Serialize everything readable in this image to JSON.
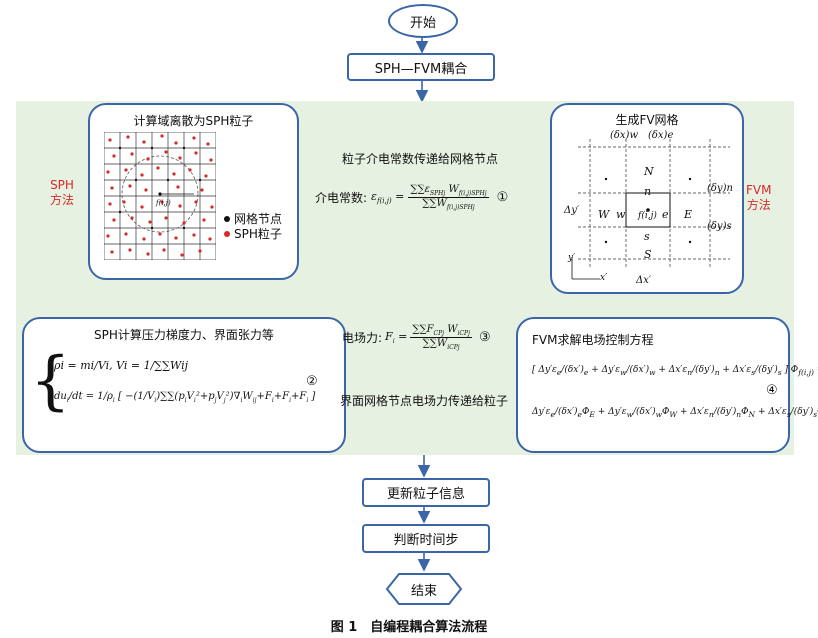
{
  "start": "开始",
  "coupling": "SPH—FVM耦合",
  "sph_box": {
    "title": "计算域离散为SPH粒子",
    "legend_grid": "网格节点",
    "legend_particle": "SPH粒子",
    "side_label": "SPH\n方法",
    "kernel_label": "f(i,j)"
  },
  "fv_box": {
    "title": "生成FV网格",
    "side_label": "FVM\n方法",
    "dx_w": "(δx)w",
    "dx_e": "(δx)e",
    "dy_n": "(δy)n",
    "dy_s": "(δy)s",
    "dy_prime": "Δy′",
    "dx_prime": "Δx′",
    "N": "N",
    "n": "n",
    "W": "W",
    "w": "w",
    "P": "f(i,j)",
    "e": "e",
    "E": "E",
    "s": "s",
    "S": "S",
    "y_axis": "y′",
    "x_axis": "x′"
  },
  "arrow_top_label": "粒子介电常数传递给网格节点",
  "dielectric_label": "介电常数:",
  "eq1_num": "∑∑ε_SPHj W_f(i,j)SPHj",
  "eq1_den": "∑∑W_f(i,j)SPHj",
  "eq1_tag": "①",
  "sph_force_box": {
    "title": "SPH计算压力梯度力、界面张力等",
    "eq2_line1": "ρi = mi/Vi, Vi = 1/∑∑Wij",
    "eq2_tag": "②"
  },
  "efield_label": "电场力:",
  "eq3_tag": "③",
  "arrow_bottom_label": "界面网格节点电场力传递给粒子",
  "fvm_solve_box": {
    "title": "FVM求解电场控制方程",
    "eq4_tag": "④"
  },
  "update": "更新粒子信息",
  "judge": "判断时间步",
  "end": "结束",
  "caption": "图 1　自编程耦合算法流程",
  "colors": {
    "frame": "#3a66a8",
    "panel": "#e6f1e1",
    "red": "#d42a2a"
  }
}
